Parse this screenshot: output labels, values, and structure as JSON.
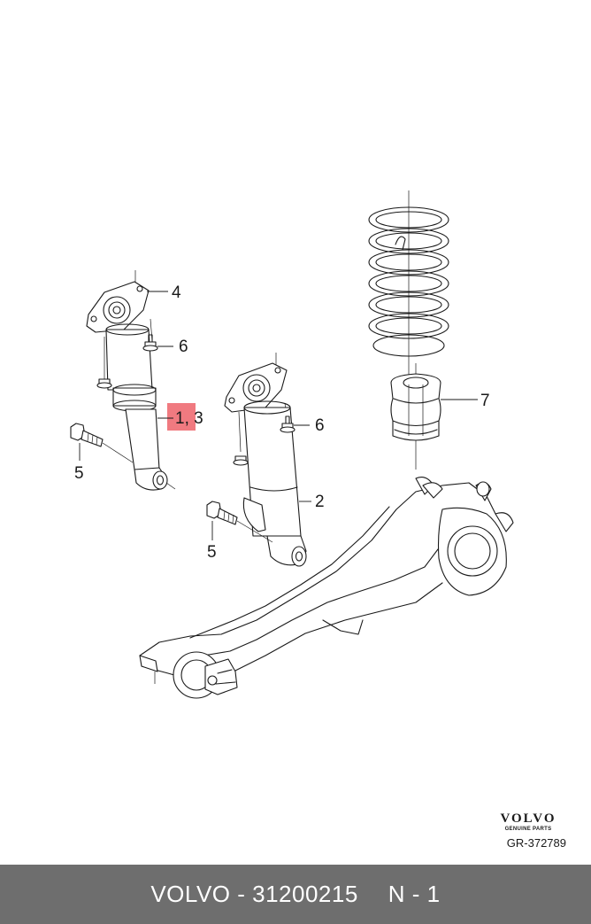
{
  "diagram": {
    "callouts": [
      {
        "id": "c4",
        "text": "4"
      },
      {
        "id": "c6a",
        "text": "6"
      },
      {
        "id": "c13",
        "text": "1, 3"
      },
      {
        "id": "c5a",
        "text": "5"
      },
      {
        "id": "c6b",
        "text": "6"
      },
      {
        "id": "c2",
        "text": "2"
      },
      {
        "id": "c5b",
        "text": "5"
      },
      {
        "id": "c7",
        "text": "7"
      }
    ],
    "highlight_color": "#f07a80"
  },
  "brand": {
    "name": "VOLVO",
    "tagline": "GENUINE PARTS",
    "reference": "GR-372789"
  },
  "footer": {
    "part": "VOLVO - 31200215",
    "quantity": "N - 1"
  }
}
